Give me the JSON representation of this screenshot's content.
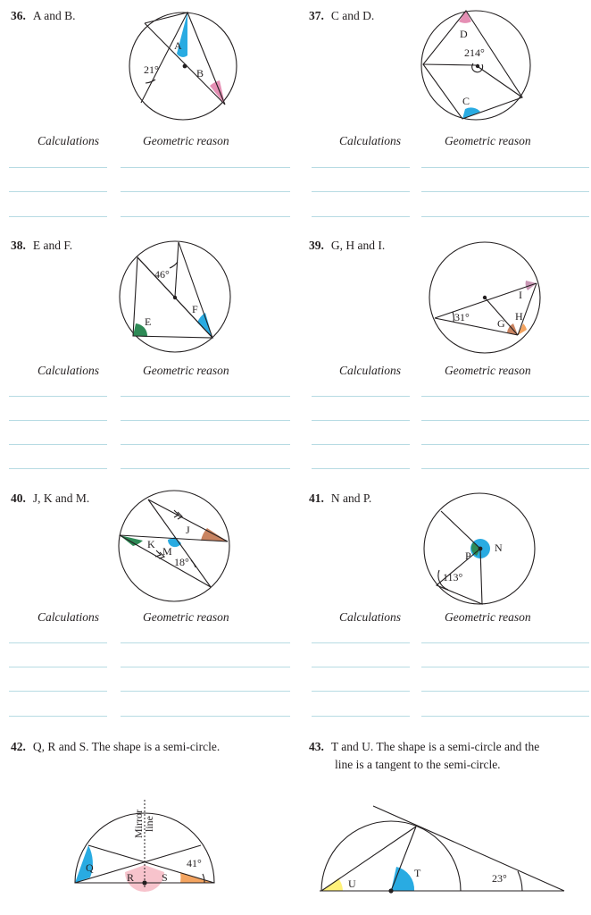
{
  "colors": {
    "rule": "#b7dbe3",
    "blue": "#29abe2",
    "pink": "#e58fb4",
    "green": "#2e8a56",
    "brown": "#c98360",
    "mauve": "#c896b4",
    "orange": "#f4a460",
    "yellow": "#fff27a",
    "rose": "#f7c3cc"
  },
  "columns": {
    "calculations": "Calculations",
    "reason": "Geometric reason"
  },
  "q36": {
    "num": "36.",
    "title": "A and B.",
    "angle": "21°",
    "a": "A",
    "b": "B"
  },
  "q37": {
    "num": "37.",
    "title": "C and D.",
    "angle": "214°",
    "c": "C",
    "d": "D"
  },
  "q38": {
    "num": "38.",
    "title": "E and F.",
    "angle": "46°",
    "e": "E",
    "f": "F"
  },
  "q39": {
    "num": "39.",
    "title": "G, H and I.",
    "angle": "31°",
    "g": "G",
    "h": "H",
    "i": "I"
  },
  "q40": {
    "num": "40.",
    "title": "J, K and M.",
    "angle": "18°",
    "j": "J",
    "k": "K",
    "m": "M"
  },
  "q41": {
    "num": "41.",
    "title": "N and P.",
    "angle": "113°",
    "n": "N",
    "p": "P"
  },
  "q42": {
    "num": "42.",
    "title": "Q, R and S.  The shape is a semi-circle.",
    "angle": "41°",
    "q": "Q",
    "r": "R",
    "s": "S",
    "mirror1": "Mirror",
    "mirror2": "line"
  },
  "q43": {
    "num": "43.",
    "title": "T and U.  The shape is a semi-circle and the",
    "title2": "line is a tangent to the semi-circle.",
    "angle": "23°",
    "t": "T",
    "u": "U"
  }
}
